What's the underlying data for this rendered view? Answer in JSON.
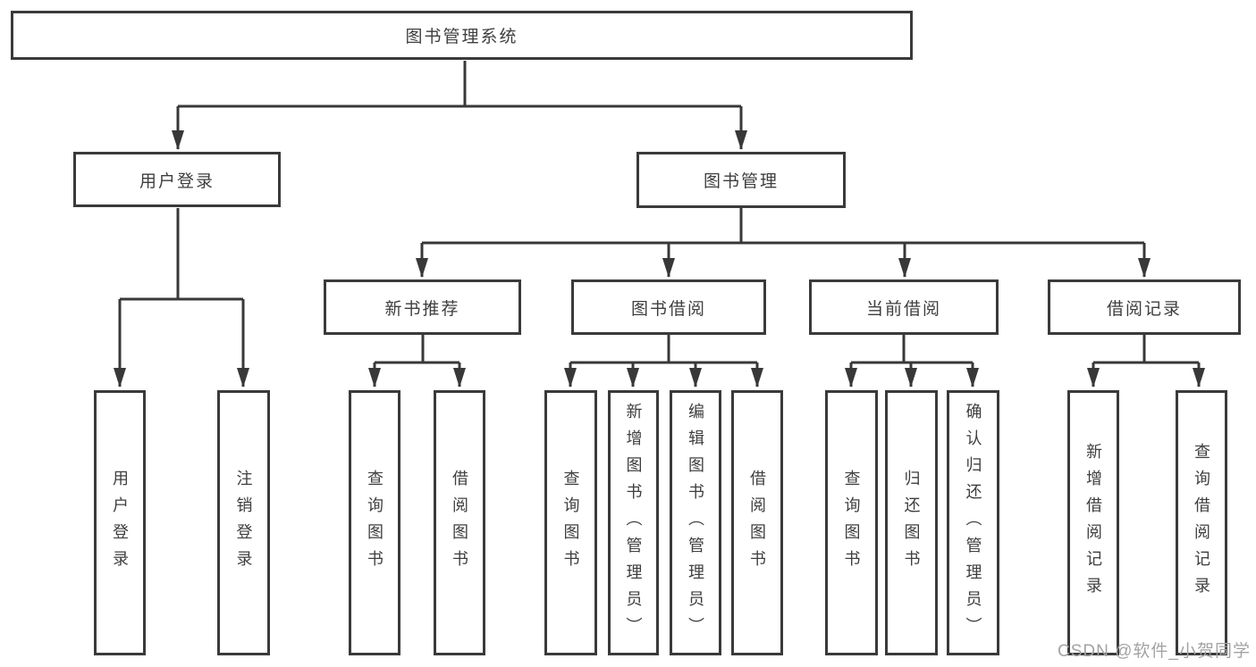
{
  "tree": {
    "root": {
      "label": "图书管理系统"
    },
    "level2": [
      {
        "label": "用户登录"
      },
      {
        "label": "图书管理"
      }
    ],
    "level3": [
      {
        "label": "新书推荐"
      },
      {
        "label": "图书借阅"
      },
      {
        "label": "当前借阅"
      },
      {
        "label": "借阅记录"
      }
    ],
    "leaves": [
      {
        "label": "用户登录"
      },
      {
        "label": "注销登录"
      },
      {
        "label": "查询图书"
      },
      {
        "label": "借阅图书"
      },
      {
        "label": "查询图书"
      },
      {
        "label": "新增图书（管理员）"
      },
      {
        "label": "编辑图书（管理员）"
      },
      {
        "label": "借阅图书"
      },
      {
        "label": "查询图书"
      },
      {
        "label": "归还图书"
      },
      {
        "label": "确认归还（管理员）"
      },
      {
        "label": "新增借阅记录"
      },
      {
        "label": "查询借阅记录"
      }
    ]
  },
  "watermark": {
    "text": "CSDN @软件_小贺同学"
  },
  "colors": {
    "line": "#383838",
    "border": "#3a3a3a",
    "text": "#3e3e3e",
    "watermark": "#a3a3a3",
    "background": "#ffffff"
  }
}
